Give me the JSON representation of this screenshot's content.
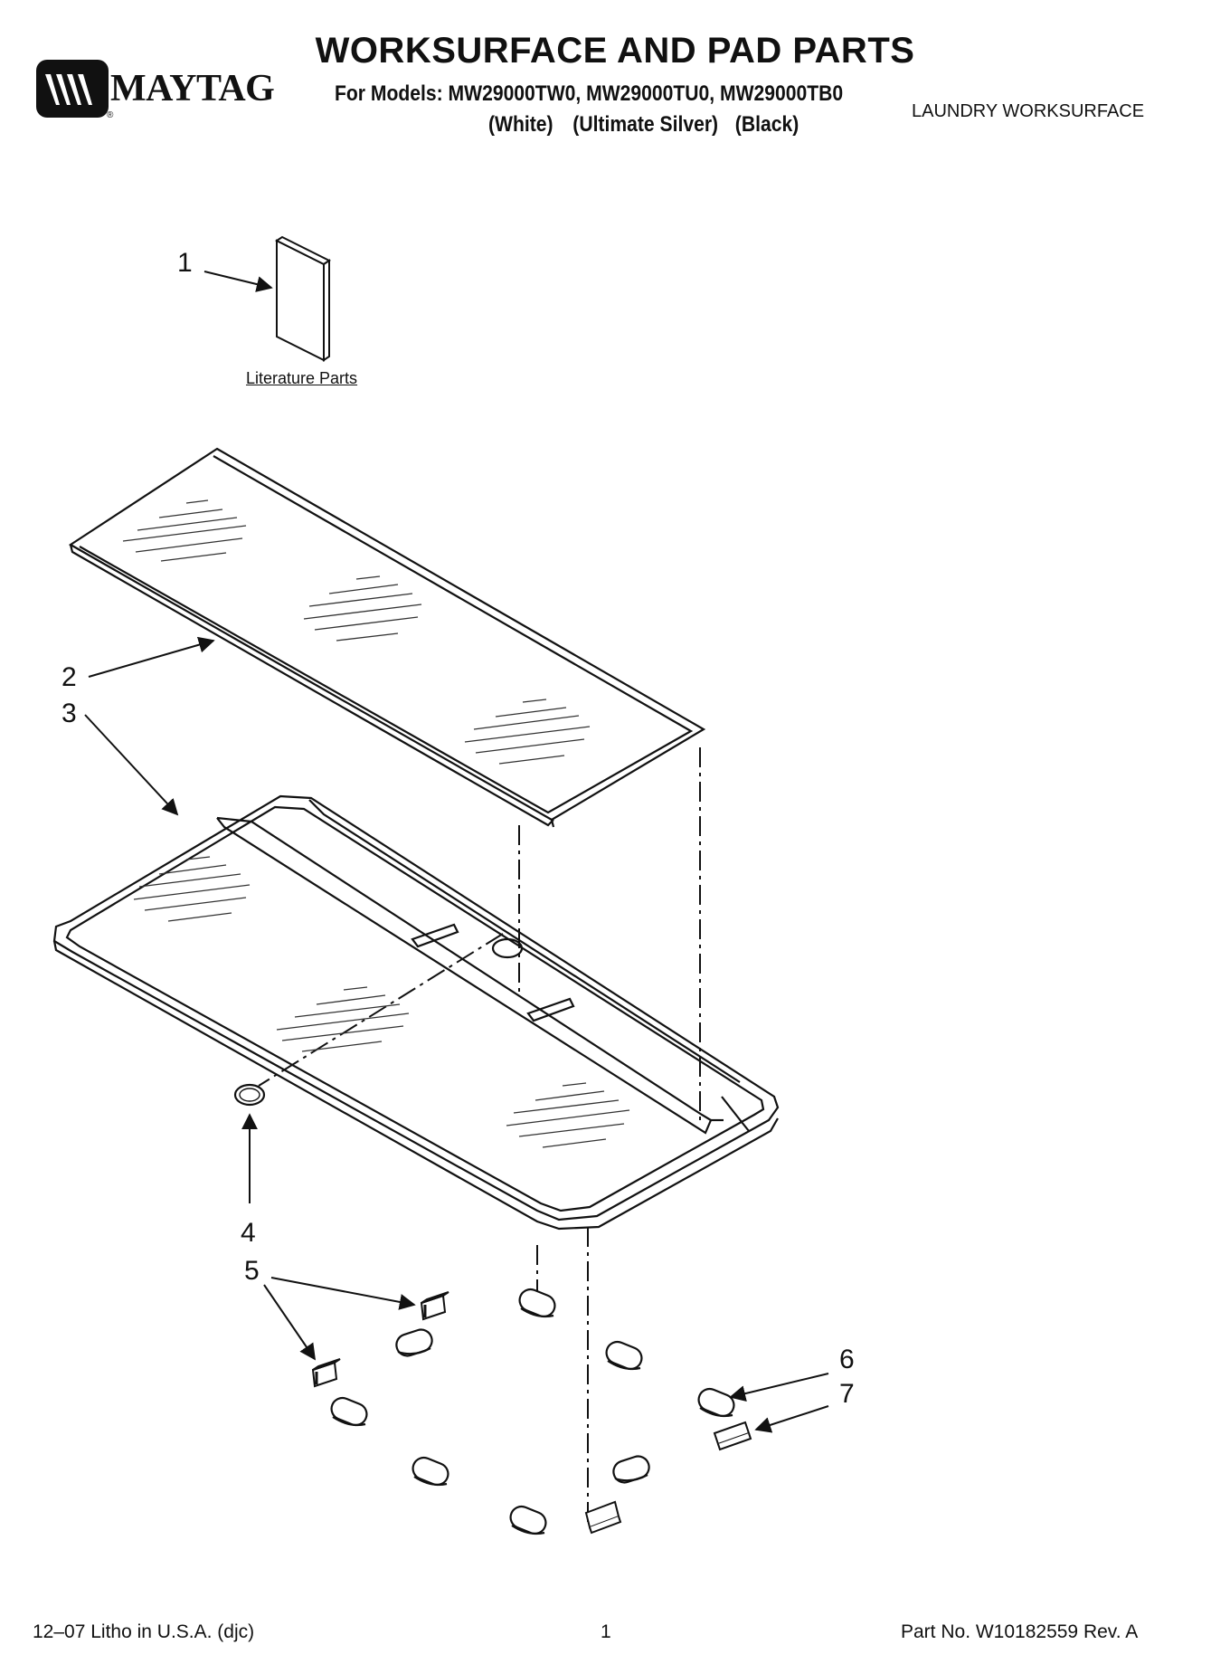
{
  "brand": {
    "name": "MAYTAG",
    "registered": "®"
  },
  "header": {
    "title": "WORKSURFACE AND PAD PARTS",
    "models_line": "For Models: MW29000TW0, MW29000TU0, MW29000TB0",
    "colors": [
      "(White)",
      "(Ultimate Silver)",
      "(Black)"
    ],
    "section": "LAUNDRY WORKSURFACE"
  },
  "diagram": {
    "literature_label": "Literature Parts",
    "callouts": [
      "1",
      "2",
      "3",
      "4",
      "5",
      "6",
      "7"
    ]
  },
  "footer": {
    "litho": "12–07 Litho in U.S.A. (djc)",
    "page": "1",
    "part_no": "Part No. W10182559 Rev. A"
  }
}
